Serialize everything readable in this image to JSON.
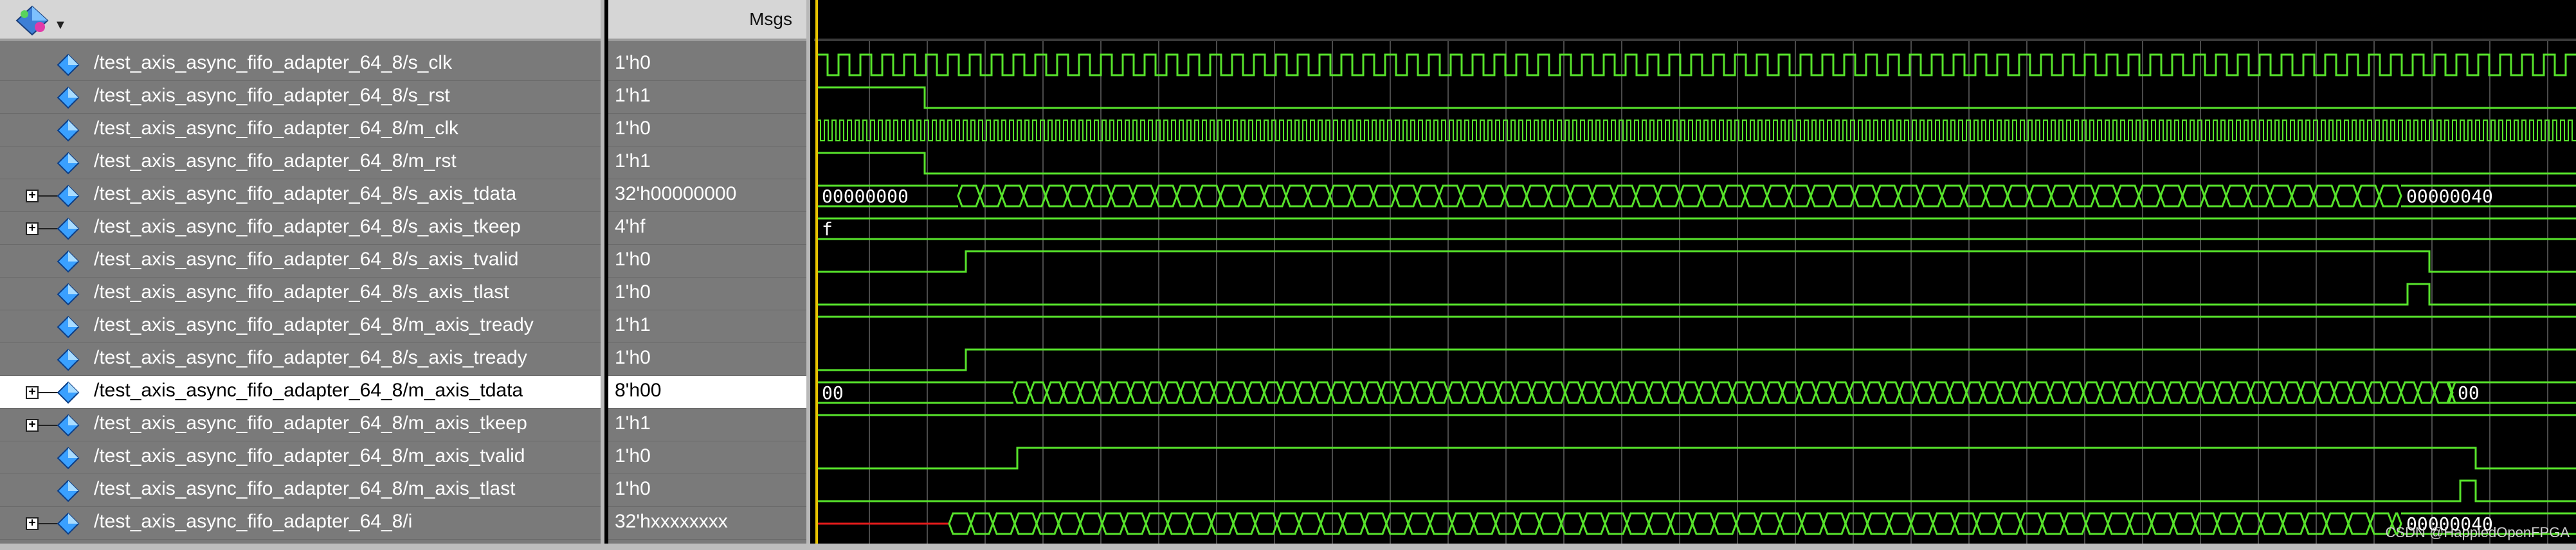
{
  "header": {
    "msgs_label": "Msgs"
  },
  "watermark": "CSDN @HappiedOpenFPGA",
  "colors": {
    "wave": "#57e32b",
    "grid": "#4a4a4a",
    "bus_text": "#ffffff",
    "undefined": "#e31b1b",
    "cursor": "#e7c300"
  },
  "signals": [
    {
      "name": "/test_axis_async_fifo_adapter_64_8/s_clk",
      "value": "1'h0",
      "expandable": false
    },
    {
      "name": "/test_axis_async_fifo_adapter_64_8/s_rst",
      "value": "1'h1",
      "expandable": false
    },
    {
      "name": "/test_axis_async_fifo_adapter_64_8/m_clk",
      "value": "1'h0",
      "expandable": false
    },
    {
      "name": "/test_axis_async_fifo_adapter_64_8/m_rst",
      "value": "1'h1",
      "expandable": false
    },
    {
      "name": "/test_axis_async_fifo_adapter_64_8/s_axis_tdata",
      "value": "32'h00000000",
      "expandable": true
    },
    {
      "name": "/test_axis_async_fifo_adapter_64_8/s_axis_tkeep",
      "value": "4'hf",
      "expandable": true
    },
    {
      "name": "/test_axis_async_fifo_adapter_64_8/s_axis_tvalid",
      "value": "1'h0",
      "expandable": false
    },
    {
      "name": "/test_axis_async_fifo_adapter_64_8/s_axis_tlast",
      "value": "1'h0",
      "expandable": false
    },
    {
      "name": "/test_axis_async_fifo_adapter_64_8/m_axis_tready",
      "value": "1'h1",
      "expandable": false
    },
    {
      "name": "/test_axis_async_fifo_adapter_64_8/s_axis_tready",
      "value": "1'h0",
      "expandable": false
    },
    {
      "name": "/test_axis_async_fifo_adapter_64_8/m_axis_tdata",
      "value": "8'h00",
      "expandable": true,
      "selected": true
    },
    {
      "name": "/test_axis_async_fifo_adapter_64_8/m_axis_tkeep",
      "value": "1'h1",
      "expandable": true
    },
    {
      "name": "/test_axis_async_fifo_adapter_64_8/m_axis_tvalid",
      "value": "1'h0",
      "expandable": false
    },
    {
      "name": "/test_axis_async_fifo_adapter_64_8/m_axis_tlast",
      "value": "1'h0",
      "expandable": false
    },
    {
      "name": "/test_axis_async_fifo_adapter_64_8/i",
      "value": "32'hxxxxxxxx",
      "expandable": true
    }
  ],
  "waves": {
    "bus_labels": {
      "s_axis_tdata_start": "00000000",
      "s_axis_tdata_end": "00000040",
      "s_axis_tkeep": "f",
      "m_axis_tdata_start": "00",
      "m_axis_tdata_end": "00",
      "i_end": "00000040"
    }
  }
}
